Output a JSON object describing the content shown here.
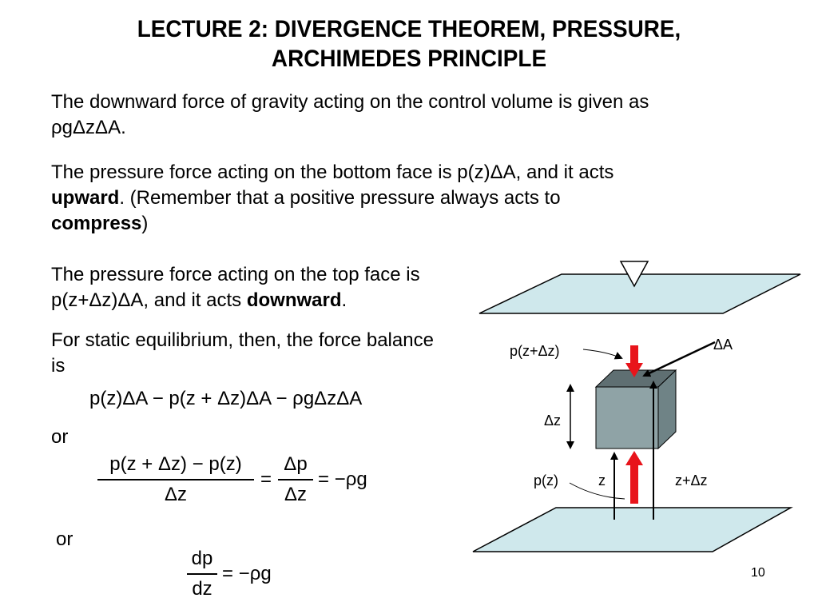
{
  "title": {
    "line1": "LECTURE 2: DIVERGENCE THEOREM, PRESSURE,",
    "line2": "ARCHIMEDES PRINCIPLE"
  },
  "paragraphs": {
    "gravity": {
      "text_a": "The downward force of gravity acting on the control volume is given as",
      "text_b": "ρgΔzΔA."
    },
    "bottom": {
      "text_a": "The pressure force acting on the bottom face is p(z)ΔA, and it acts",
      "bold_a": "upward",
      "text_b": ".  (Remember that a positive pressure always acts to",
      "bold_b": "compress",
      "text_c": ")"
    },
    "top": {
      "text_a": "The pressure force acting on the top face is p(z+Δz)ΔA, and it acts",
      "bold_a": "downward",
      "text_b": "."
    },
    "equilibrium": {
      "text": "For static equilibrium, then, the force balance is"
    }
  },
  "equations": {
    "balance": "p(z)ΔA − p(z + Δz)ΔA − ρgΔzΔA",
    "or1": "or",
    "eq2_num": "p(z + Δz) − p(z)",
    "eq2_den": "Δz",
    "eq2_mid": "=",
    "eq2_num2": "Δp",
    "eq2_den2": "Δz",
    "eq2_rhs": "= −ρg",
    "or2": "or",
    "eq3_num": "dp",
    "eq3_den": "dz",
    "eq3_rhs": "= −ρg"
  },
  "diagram": {
    "label_top_pressure": "p(z+Δz)",
    "label_area": "ΔA",
    "label_dz": "Δz",
    "label_bottom_pressure": "p(z)",
    "label_z": "z",
    "label_z_dz": "z+Δz",
    "colors": {
      "plane_fill": "#cfe8ec",
      "cube_front": "#8fa3a6",
      "cube_top": "#5f6f72",
      "cube_side": "#6f8386",
      "arrow_red": "#e8141b"
    }
  },
  "slide_number": "10"
}
